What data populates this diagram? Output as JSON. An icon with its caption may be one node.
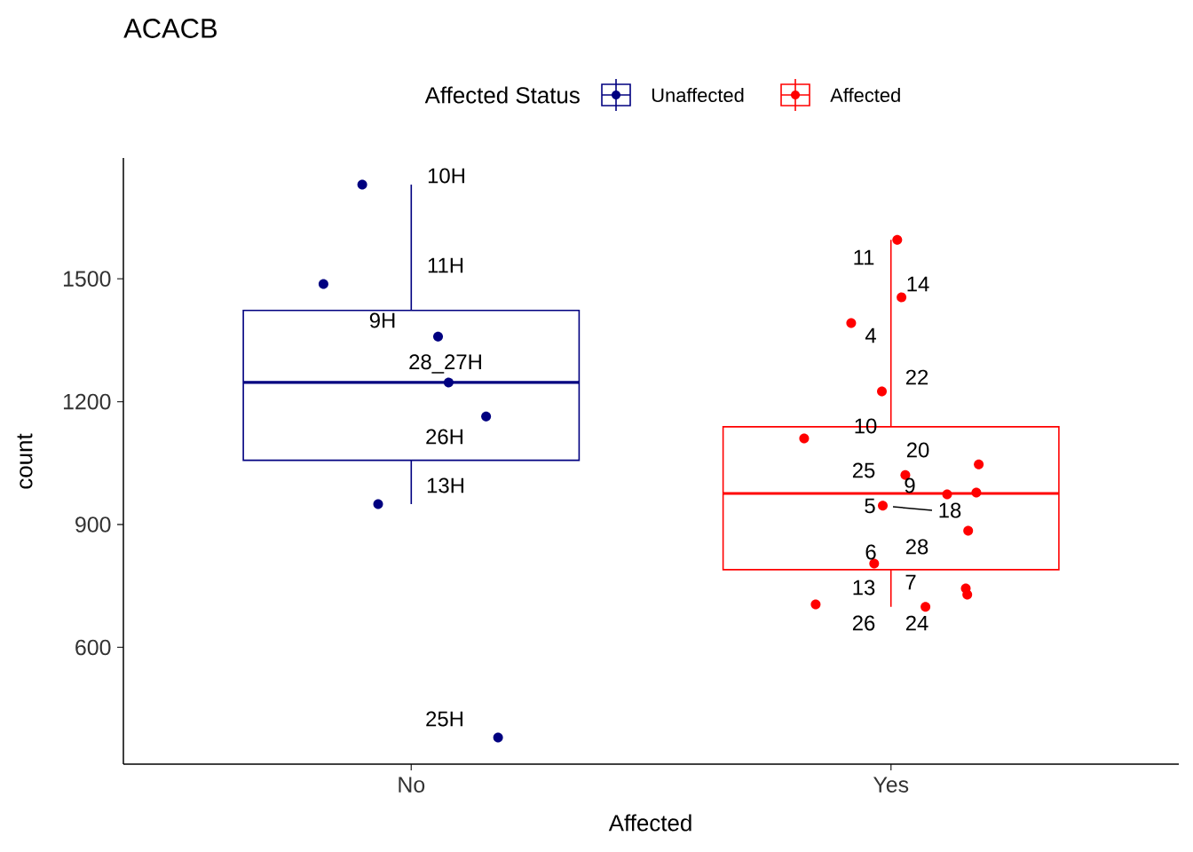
{
  "diagram": {
    "chart_data": {
      "type": "scatter",
      "title": "ACACB",
      "xlabel": "Affected",
      "ylabel": "count",
      "legend_title": "Affected Status",
      "legend": "top",
      "categories": [
        "No",
        "Yes"
      ],
      "ylim": [
        315,
        1795
      ],
      "yticks": [
        600,
        900,
        1200,
        1500
      ],
      "series": [
        {
          "name": "Unaffected",
          "color": "#000080",
          "x": [
            "No",
            "No",
            "No",
            "No",
            "No",
            "No",
            "No"
          ],
          "values": [
            1730,
            1487,
            1359,
            1247,
            1164,
            950,
            380
          ]
        },
        {
          "name": "Affected",
          "color": "#ff0000",
          "x": [
            "Yes",
            "Yes",
            "Yes",
            "Yes",
            "Yes",
            "Yes",
            "Yes",
            "Yes",
            "Yes",
            "Yes",
            "Yes",
            "Yes",
            "Yes",
            "Yes",
            "Yes",
            "Yes"
          ],
          "values": [
            1595,
            1455,
            1392,
            1225,
            1110,
            1047,
            1021,
            974,
            978,
            946,
            885,
            805,
            744,
            729,
            705,
            699
          ]
        }
      ],
      "annotations": [
        "10H",
        "11H",
        "9H",
        "28_27H",
        "26H",
        "13H",
        "25H",
        "11",
        "14",
        "4",
        "22",
        "10",
        "20",
        "25",
        "9",
        "5",
        "18",
        "28",
        "6",
        "7",
        "13",
        "26",
        "24"
      ]
    }
  }
}
